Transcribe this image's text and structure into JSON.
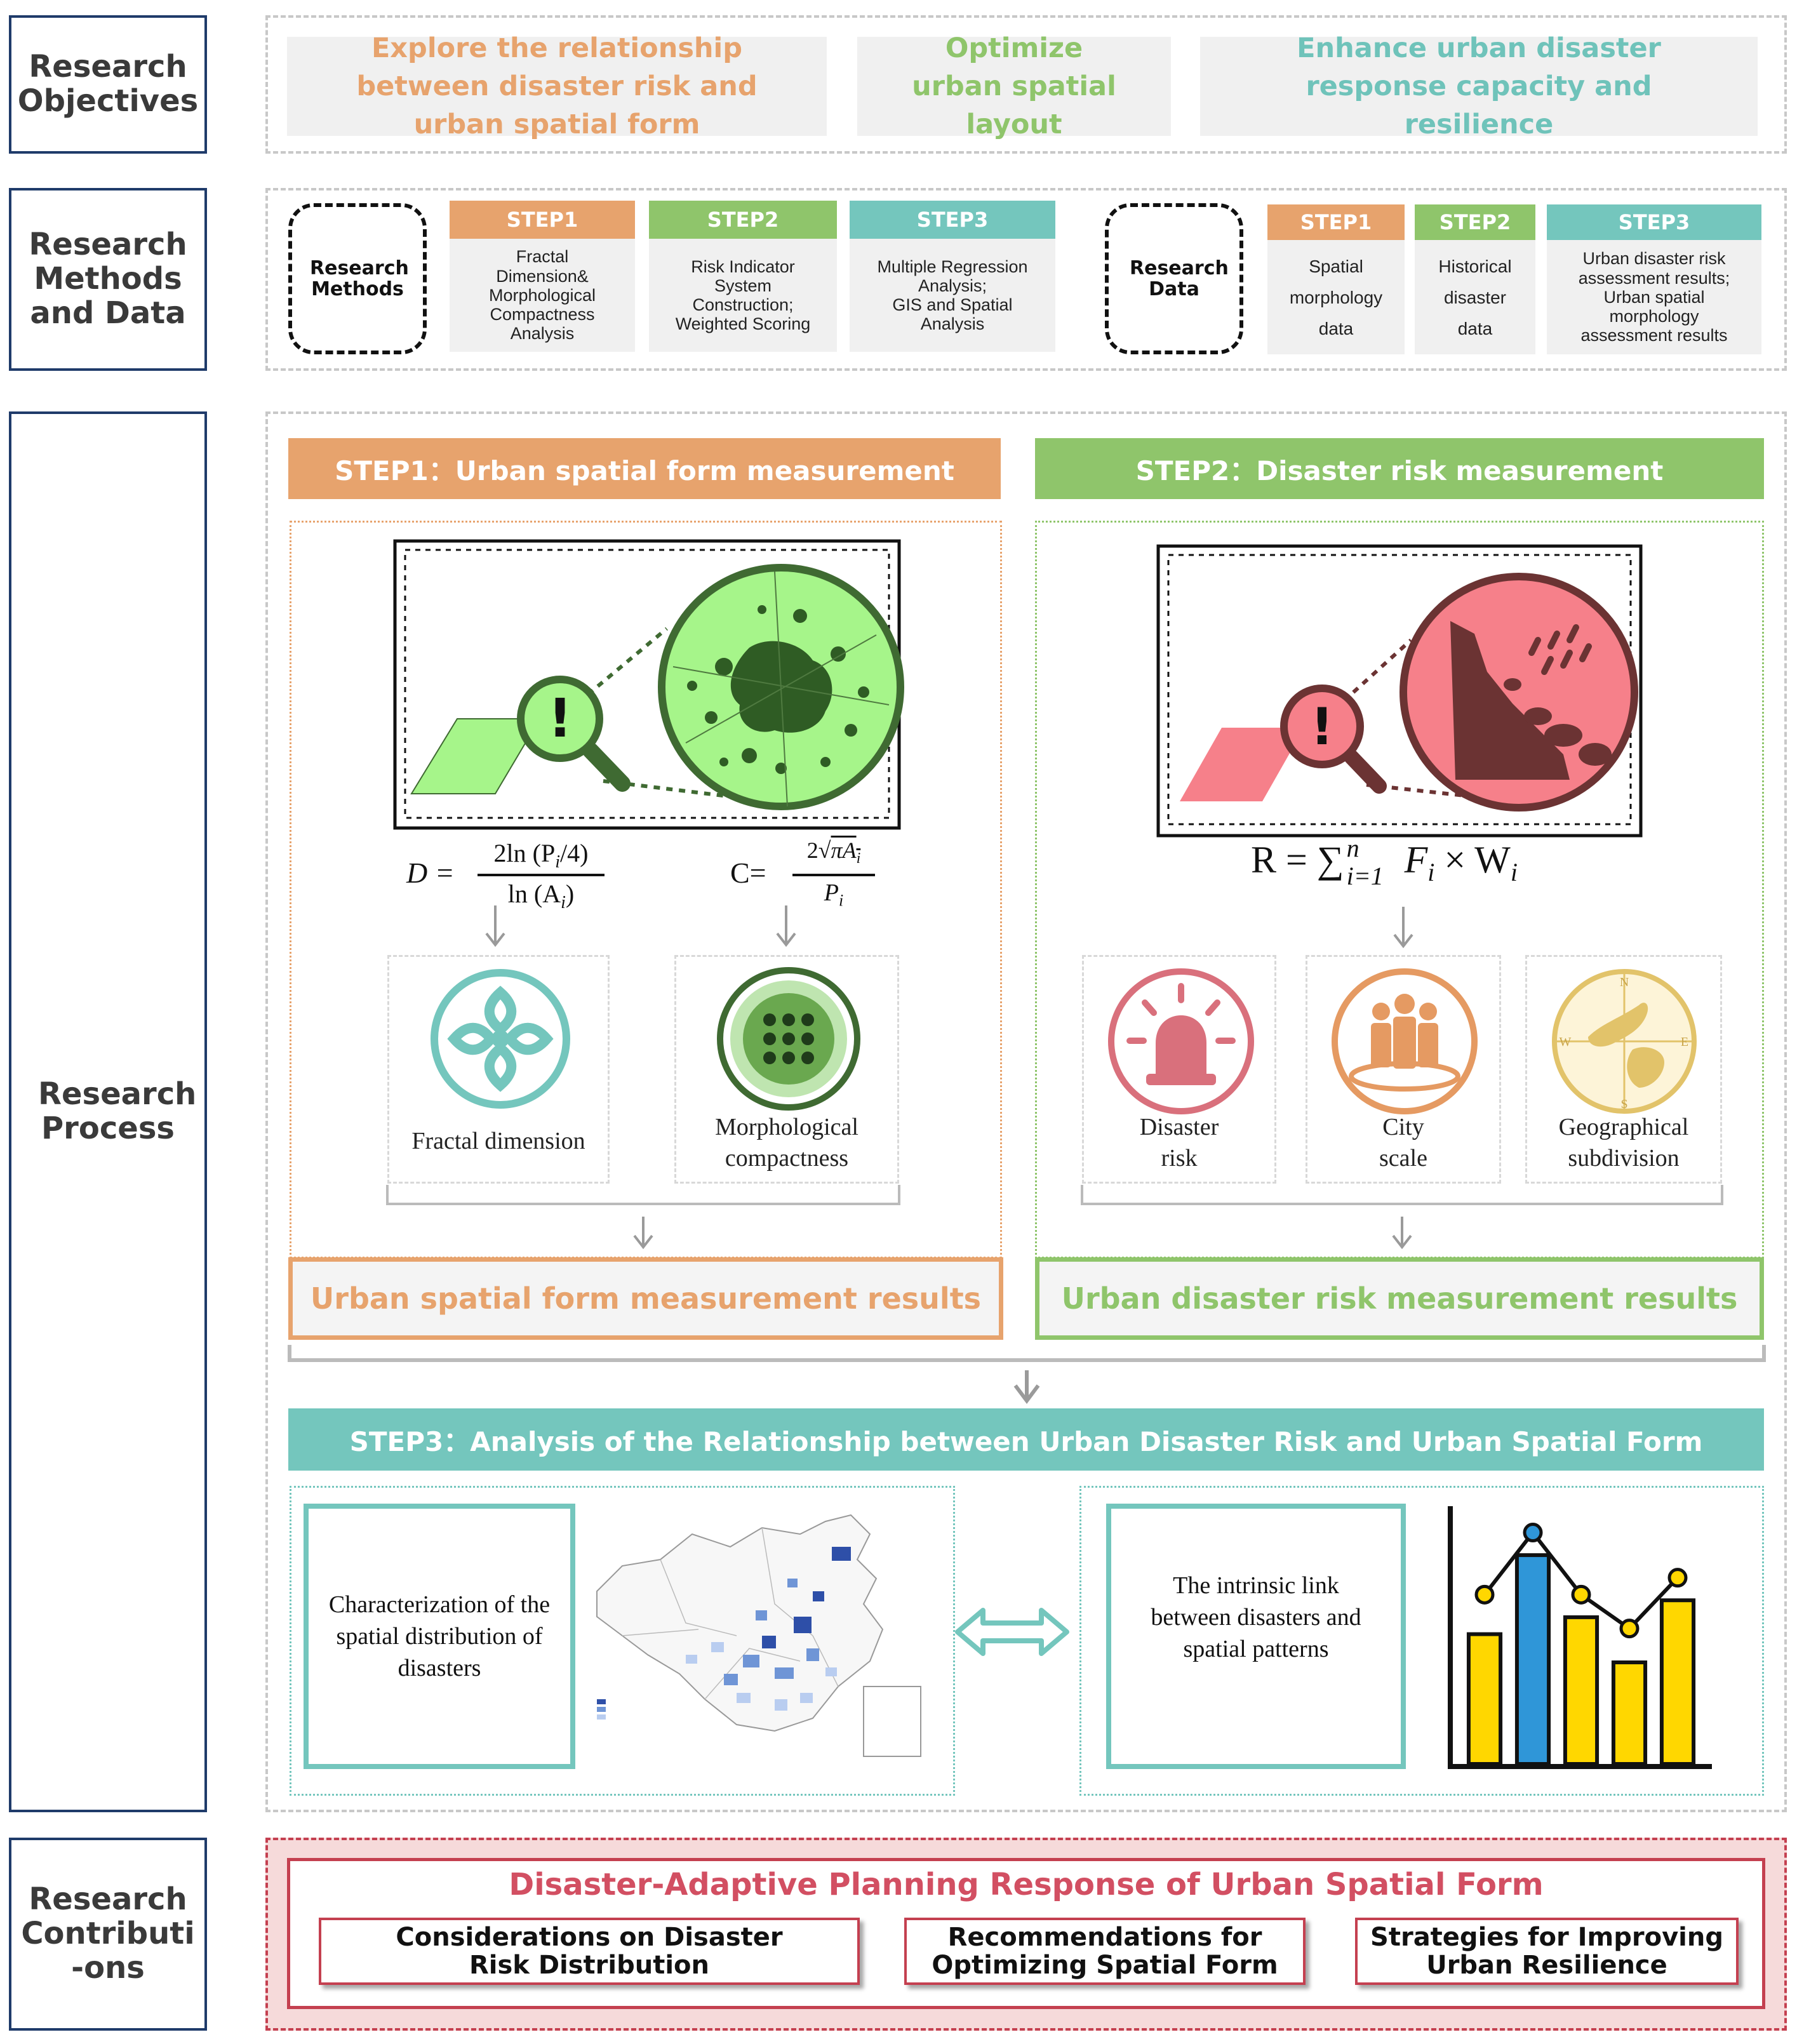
{
  "side_labels": {
    "objectives": "Research Objectives",
    "methods": "Research Methods and Data",
    "process": "Research Process",
    "contributions_line1": "Research",
    "contributions_line2": "Contributi",
    "contributions_line3": "-ons"
  },
  "objectives": {
    "items": [
      {
        "text": "Explore the relationship between disaster risk and urban spatial form",
        "color": "#e7a36d"
      },
      {
        "text": "Optimize urban spatial layout",
        "color": "#8fc56b"
      },
      {
        "text": "Enhance urban disaster response capacity and resilience",
        "color": "#6fc3ba"
      }
    ]
  },
  "methods": {
    "methods_label": "Research Methods",
    "data_label": "Research Data",
    "method_steps": [
      {
        "title": "STEP1",
        "body": "Fractal\nDimension&\nMorphological\nCompactness\nAnalysis"
      },
      {
        "title": "STEP2",
        "body": "Risk Indicator\nSystem\nConstruction;\nWeighted Scoring"
      },
      {
        "title": "STEP3",
        "body": "Multiple Regression\nAnalysis;\nGIS and Spatial\nAnalysis"
      }
    ],
    "data_steps": [
      {
        "title": "STEP1",
        "body": "Spatial\nmorphology\ndata"
      },
      {
        "title": "STEP2",
        "body": "Historical\ndisaster\ndata"
      },
      {
        "title": "STEP3",
        "body": "Urban disaster risk\nassessment results;\nUrban spatial\nmorphology\nassessment results"
      }
    ]
  },
  "process": {
    "step1_title": "STEP1：Urban spatial form measurement",
    "step2_title": "STEP2：Disaster risk measurement",
    "step3_title": "STEP3：Analysis of the Relationship between Urban Disaster Risk and Urban Spatial Form",
    "formula_d_left": "D =",
    "formula_d_num": "2ln (P",
    "formula_d_num_sub": "i",
    "formula_d_num_end": "/4)",
    "formula_d_den": "ln (A",
    "formula_d_den_sub": "i",
    "formula_d_den_end": ")",
    "formula_c_left": "C=",
    "formula_c_num_coef": "2",
    "formula_c_num_rad": "πA",
    "formula_c_num_sub": "i",
    "formula_c_den": "P",
    "formula_c_den_sub": "i",
    "formula_r": "R = ∑",
    "formula_r_sup": "n",
    "formula_r_sub": "i=1",
    "formula_r_f": " F",
    "formula_r_f_sub": "i",
    "formula_r_times": " × W",
    "formula_r_w_sub": "i",
    "fractal_label": "Fractal dimension",
    "compactness_label": "Morphological compactness",
    "disaster_risk_label": "Disaster risk",
    "city_scale_label": "City scale",
    "geo_label": "Geographical subdivision",
    "compass_n": "N",
    "compass_s": "S",
    "compass_e": "E",
    "compass_w": "W",
    "form_results": "Urban spatial form measurement results",
    "risk_results": "Urban disaster risk measurement results",
    "characterization": "Characterization of the spatial distribution of disasters",
    "intrinsic_link": "The intrinsic link between disasters and spatial patterns"
  },
  "contributions": {
    "title": "Disaster-Adaptive Planning Response of Urban Spatial Form",
    "items": [
      "Considerations on Disaster Risk Distribution",
      "Recommendations for Optimizing Spatial Form",
      "Strategies for Improving Urban Resilience"
    ]
  },
  "colors": {
    "orange": "#e7a36d",
    "green": "#8fc56b",
    "teal": "#74c6bd",
    "navy": "#1f3b6a",
    "pink": "#c44050",
    "dark_green": "#3f6a32",
    "light_green": "#a6f58a",
    "salmon": "#f6808a",
    "dark_red": "#6b3333"
  },
  "chart_data": {
    "type": "bar",
    "categories": [
      "",
      "",
      "",
      "",
      ""
    ],
    "values": [
      2.3,
      3.7,
      2.6,
      1.8,
      2.9
    ],
    "line_values": [
      3.0,
      4.1,
      3.0,
      2.4,
      3.3
    ],
    "ylim": [
      0,
      4.5
    ],
    "title": "",
    "xlabel": "",
    "ylabel": ""
  }
}
